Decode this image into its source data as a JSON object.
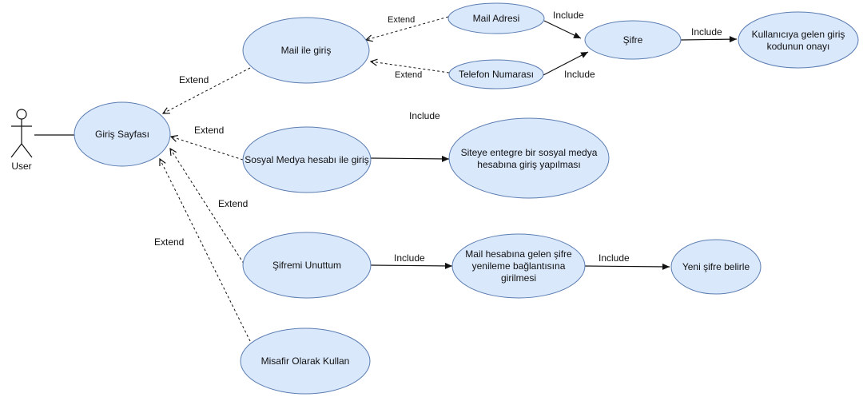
{
  "actor": {
    "label": "User"
  },
  "nodes": {
    "giris_sayfasi": "Giriş Sayfası",
    "mail_ile_giris": "Mail ile giriş",
    "mail_adresi": "Mail Adresi",
    "telefon_numarasi": "Telefon Numarası",
    "sifre": "Şifre",
    "onay_line1": "Kullanıcıya gelen giriş",
    "onay_line2": "kodunun onayı",
    "sosyal_medya": "Sosyal Medya hesabı ile giriş",
    "entegre_line1": "Siteye entegre bir sosyal medya",
    "entegre_line2": "hesabına giriş yapılması",
    "sifremi_unuttum": "Şifremi Unuttum",
    "yenileme_line1": "Mail hesabına gelen şifre",
    "yenileme_line2": "yenileme bağlantısına",
    "yenileme_line3": "girilmesi",
    "yeni_sifre": "Yeni şifre belirle",
    "misafir": "Misafir Olarak Kullan"
  },
  "edge_labels": {
    "extend_mailadresi": "Extend",
    "extend_telefon": "Extend",
    "include_mail_sifre": "Include",
    "include_tel_sifre": "Include",
    "include_sifre_onay": "Include",
    "extend_mailgiris": "Extend",
    "extend_sosyal": "Extend",
    "include_sosyal": "Include",
    "extend_sifremi": "Extend",
    "extend_misafir": "Extend",
    "include_unuttum": "Include",
    "include_yeni": "Include"
  }
}
